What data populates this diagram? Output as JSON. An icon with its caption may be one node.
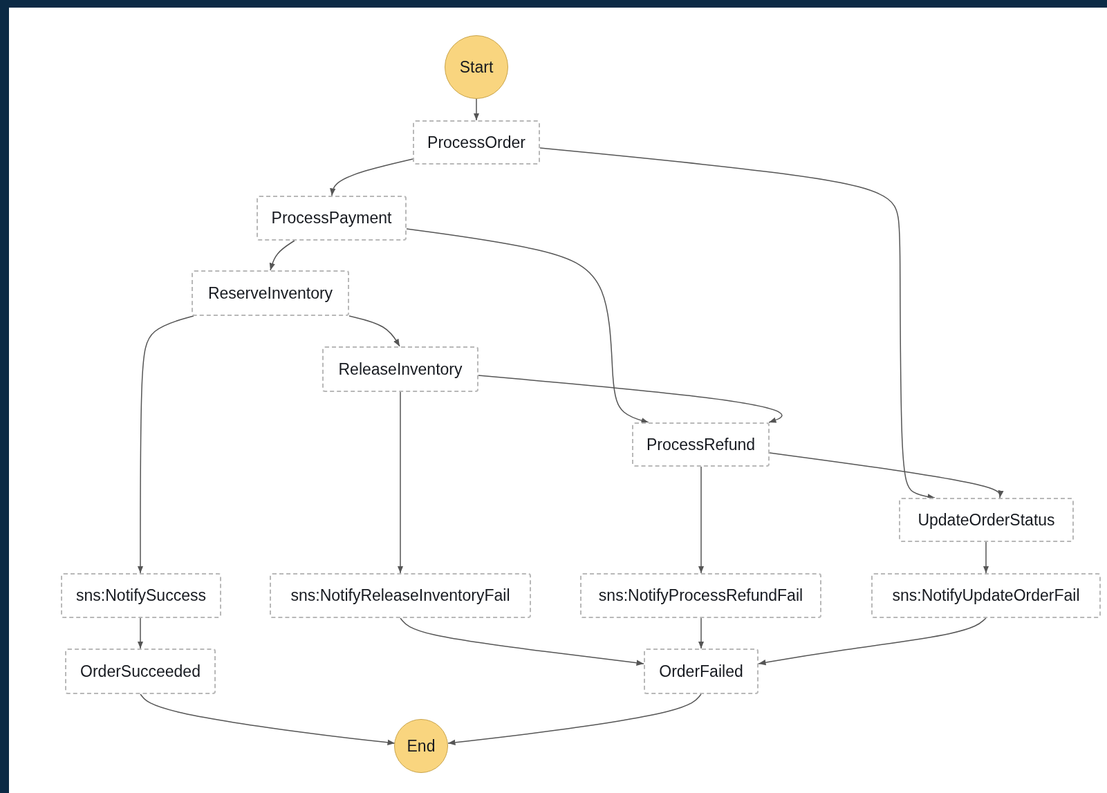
{
  "diagram": {
    "nodes": [
      {
        "text": [
          "Start"
        ]
      },
      {
        "text": [
          "ProcessOrder"
        ]
      },
      {
        "text": [
          "ProcessPayment"
        ]
      },
      {
        "text": [
          "ReserveInventory"
        ]
      },
      {
        "text": [
          "ReleaseInventory"
        ]
      },
      {
        "text": [
          "ProcessRefund"
        ]
      },
      {
        "text": [
          "UpdateOrderStatus"
        ]
      },
      {
        "text": [
          "sns:NotifySuccess"
        ]
      },
      {
        "text": [
          "sns:NotifyReleaseInventoryFail"
        ]
      },
      {
        "text": [
          "sns:NotifyProcessRefundFail"
        ]
      },
      {
        "text": [
          "sns:NotifyUpdateOrderFail"
        ]
      },
      {
        "text": [
          "OrderSucceeded"
        ]
      },
      {
        "text": [
          "OrderFailed"
        ]
      },
      {
        "text": [
          "End"
        ]
      }
    ],
    "edges": [
      {
        "from": 0,
        "to": 1,
        "arrow": "to"
      },
      {
        "from": 1,
        "to": 2,
        "arrow": "to"
      },
      {
        "from": 1,
        "to": 6,
        "arrow": "to"
      },
      {
        "from": 2,
        "to": 3,
        "arrow": "to"
      },
      {
        "from": 2,
        "to": 5,
        "arrow": "to"
      },
      {
        "from": 3,
        "to": 7,
        "arrow": "to"
      },
      {
        "from": 3,
        "to": 4,
        "arrow": "to"
      },
      {
        "from": 4,
        "to": 5,
        "arrow": "to"
      },
      {
        "from": 4,
        "to": 8,
        "arrow": "to"
      },
      {
        "from": 5,
        "to": 9,
        "arrow": "to"
      },
      {
        "from": 5,
        "to": 6,
        "arrow": "to"
      },
      {
        "from": 6,
        "to": 10,
        "arrow": "to"
      },
      {
        "from": 7,
        "to": 11,
        "arrow": "to"
      },
      {
        "from": 8,
        "to": 12,
        "arrow": "to"
      },
      {
        "from": 9,
        "to": 12,
        "arrow": "to"
      },
      {
        "from": 10,
        "to": 12,
        "arrow": "to"
      },
      {
        "from": 11,
        "to": 13,
        "arrow": "to"
      },
      {
        "from": 12,
        "to": 13,
        "arrow": "to"
      }
    ]
  }
}
